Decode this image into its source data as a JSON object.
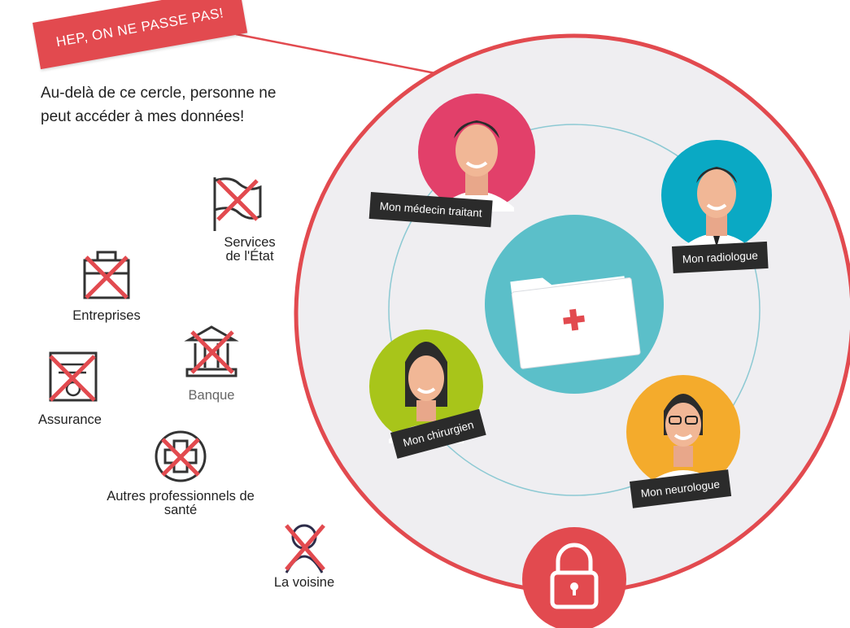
{
  "banner": {
    "text": "HEP, ON NE PASSE PAS!"
  },
  "lead_text": "Au-delà de ce cercle, personne ne peut accéder à mes données!",
  "excluded": [
    {
      "label": "Services de l'État",
      "icon": "flag-icon"
    },
    {
      "label": "Entreprises",
      "icon": "briefcase-icon"
    },
    {
      "label": "Banque",
      "icon": "bank-icon"
    },
    {
      "label": "Assurance",
      "icon": "certificate-icon"
    },
    {
      "label": "Autres professionnels de santé",
      "icon": "medical-cross-icon"
    },
    {
      "label": "La voisine",
      "icon": "person-icon"
    }
  ],
  "circle": {
    "doctors": [
      {
        "label": "Mon médecin traitant",
        "color": "#e2406a"
      },
      {
        "label": "Mon radiologue",
        "color": "#0aa9c4"
      },
      {
        "label": "Mon chirurgien",
        "color": "#a8c51a"
      },
      {
        "label": "Mon neurologue",
        "color": "#f4ab2c"
      }
    ],
    "center_icon": "medical-folder-icon",
    "lock_icon": "padlock-icon"
  },
  "colors": {
    "accent_red": "#e24a4f",
    "circle_bg": "#efeef1",
    "orbit": "#8cc9d3",
    "folder_bg": "#5bbfc9",
    "cross": "#e24a4f"
  }
}
